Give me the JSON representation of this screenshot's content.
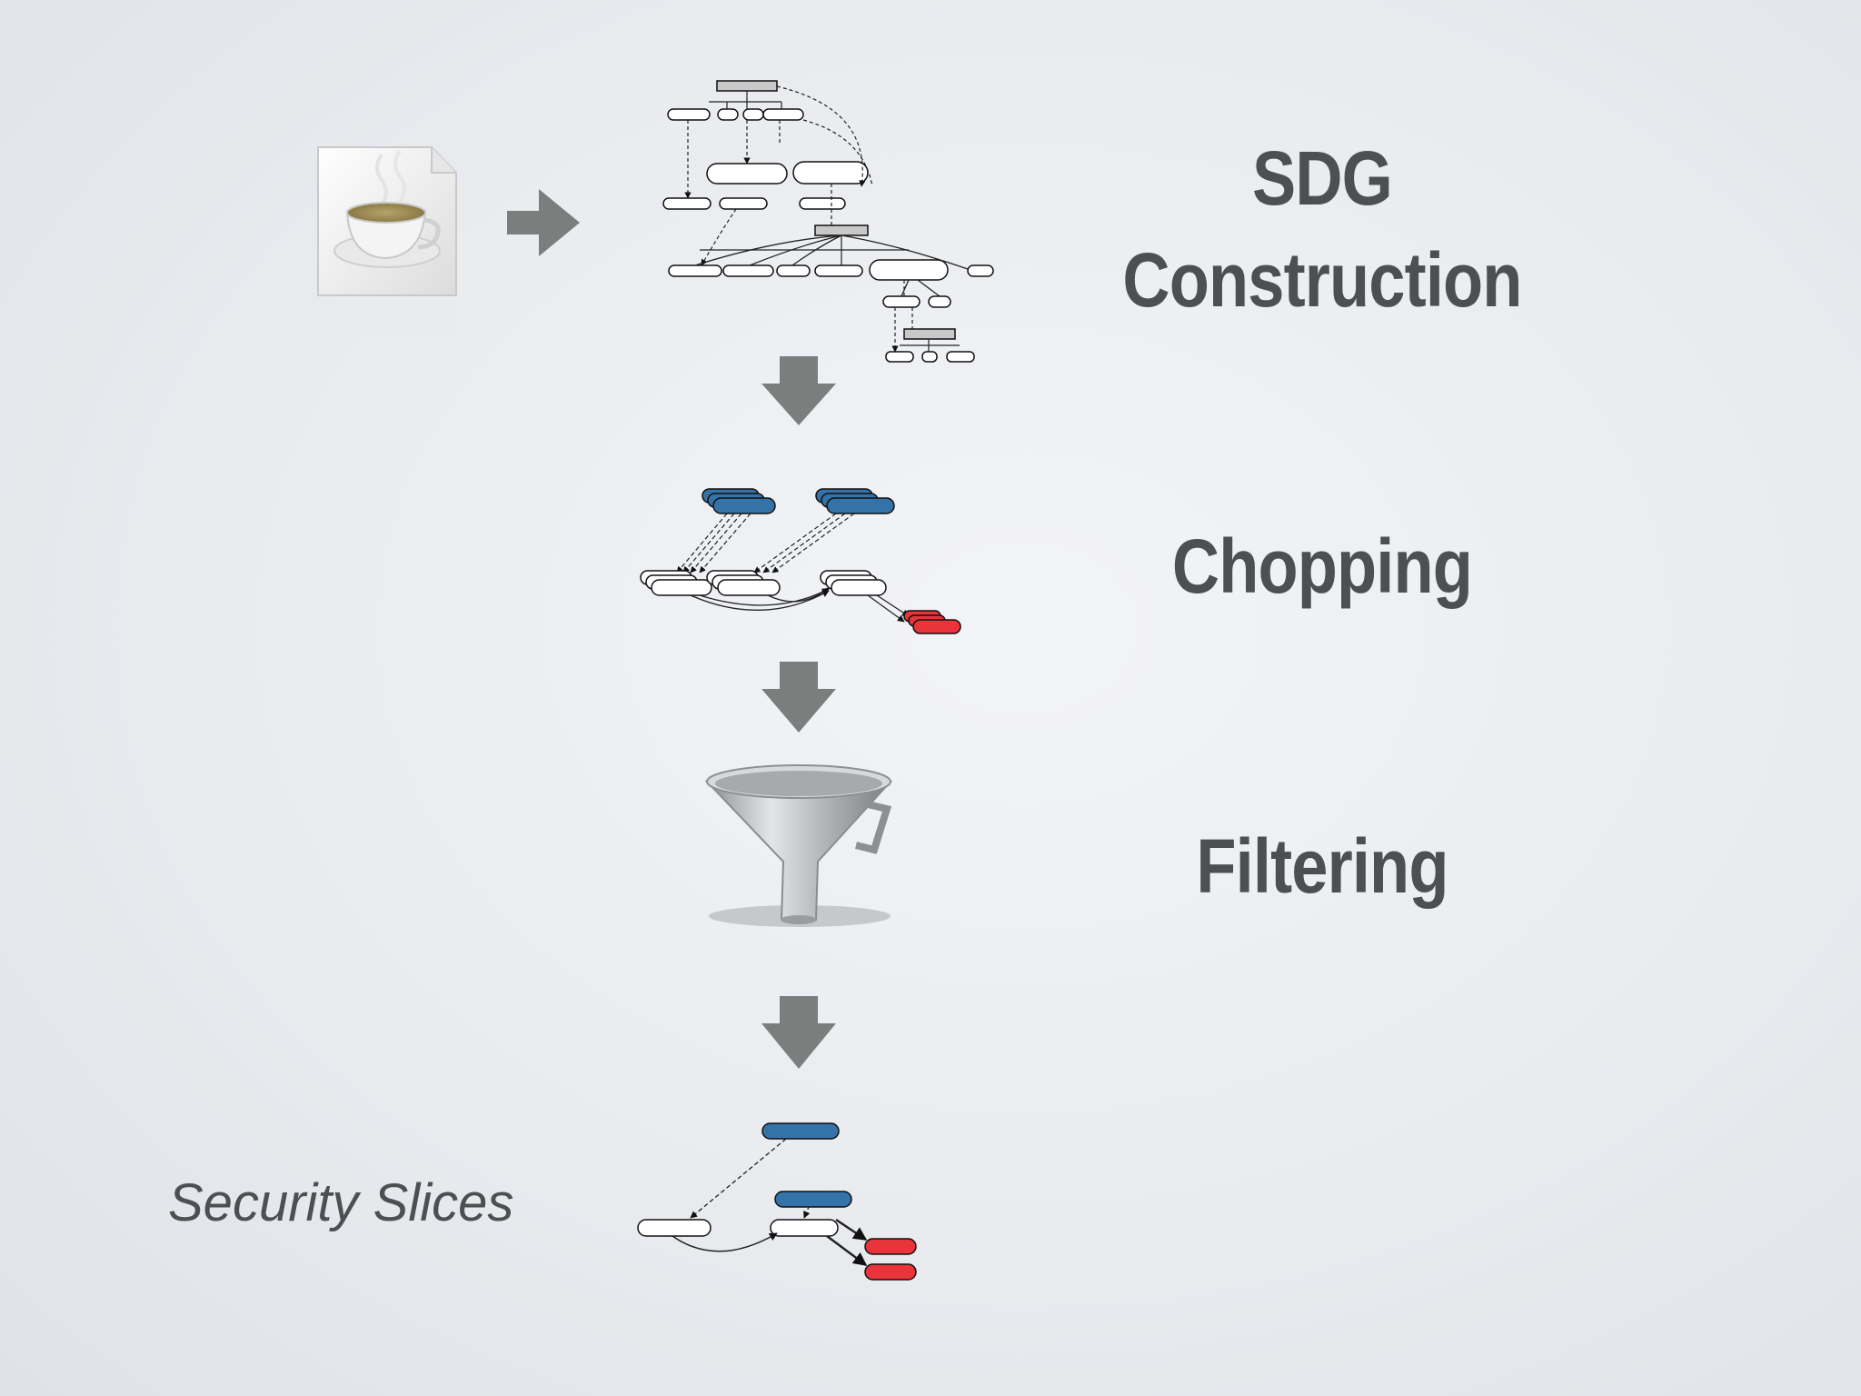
{
  "steps": {
    "sdg_line1": "SDG",
    "sdg_line2": "Construction",
    "chopping": "Chopping",
    "filtering": "Filtering",
    "result": "Security Slices"
  },
  "colors": {
    "label_text": "#4d4f52",
    "arrow": "#7b7e7d",
    "source_node": "#3572a8",
    "sink_node": "#e8343a"
  },
  "icons": {
    "source_file": "java-file-icon",
    "flow_arrow": "down-arrow-icon",
    "filter": "funnel-icon"
  }
}
